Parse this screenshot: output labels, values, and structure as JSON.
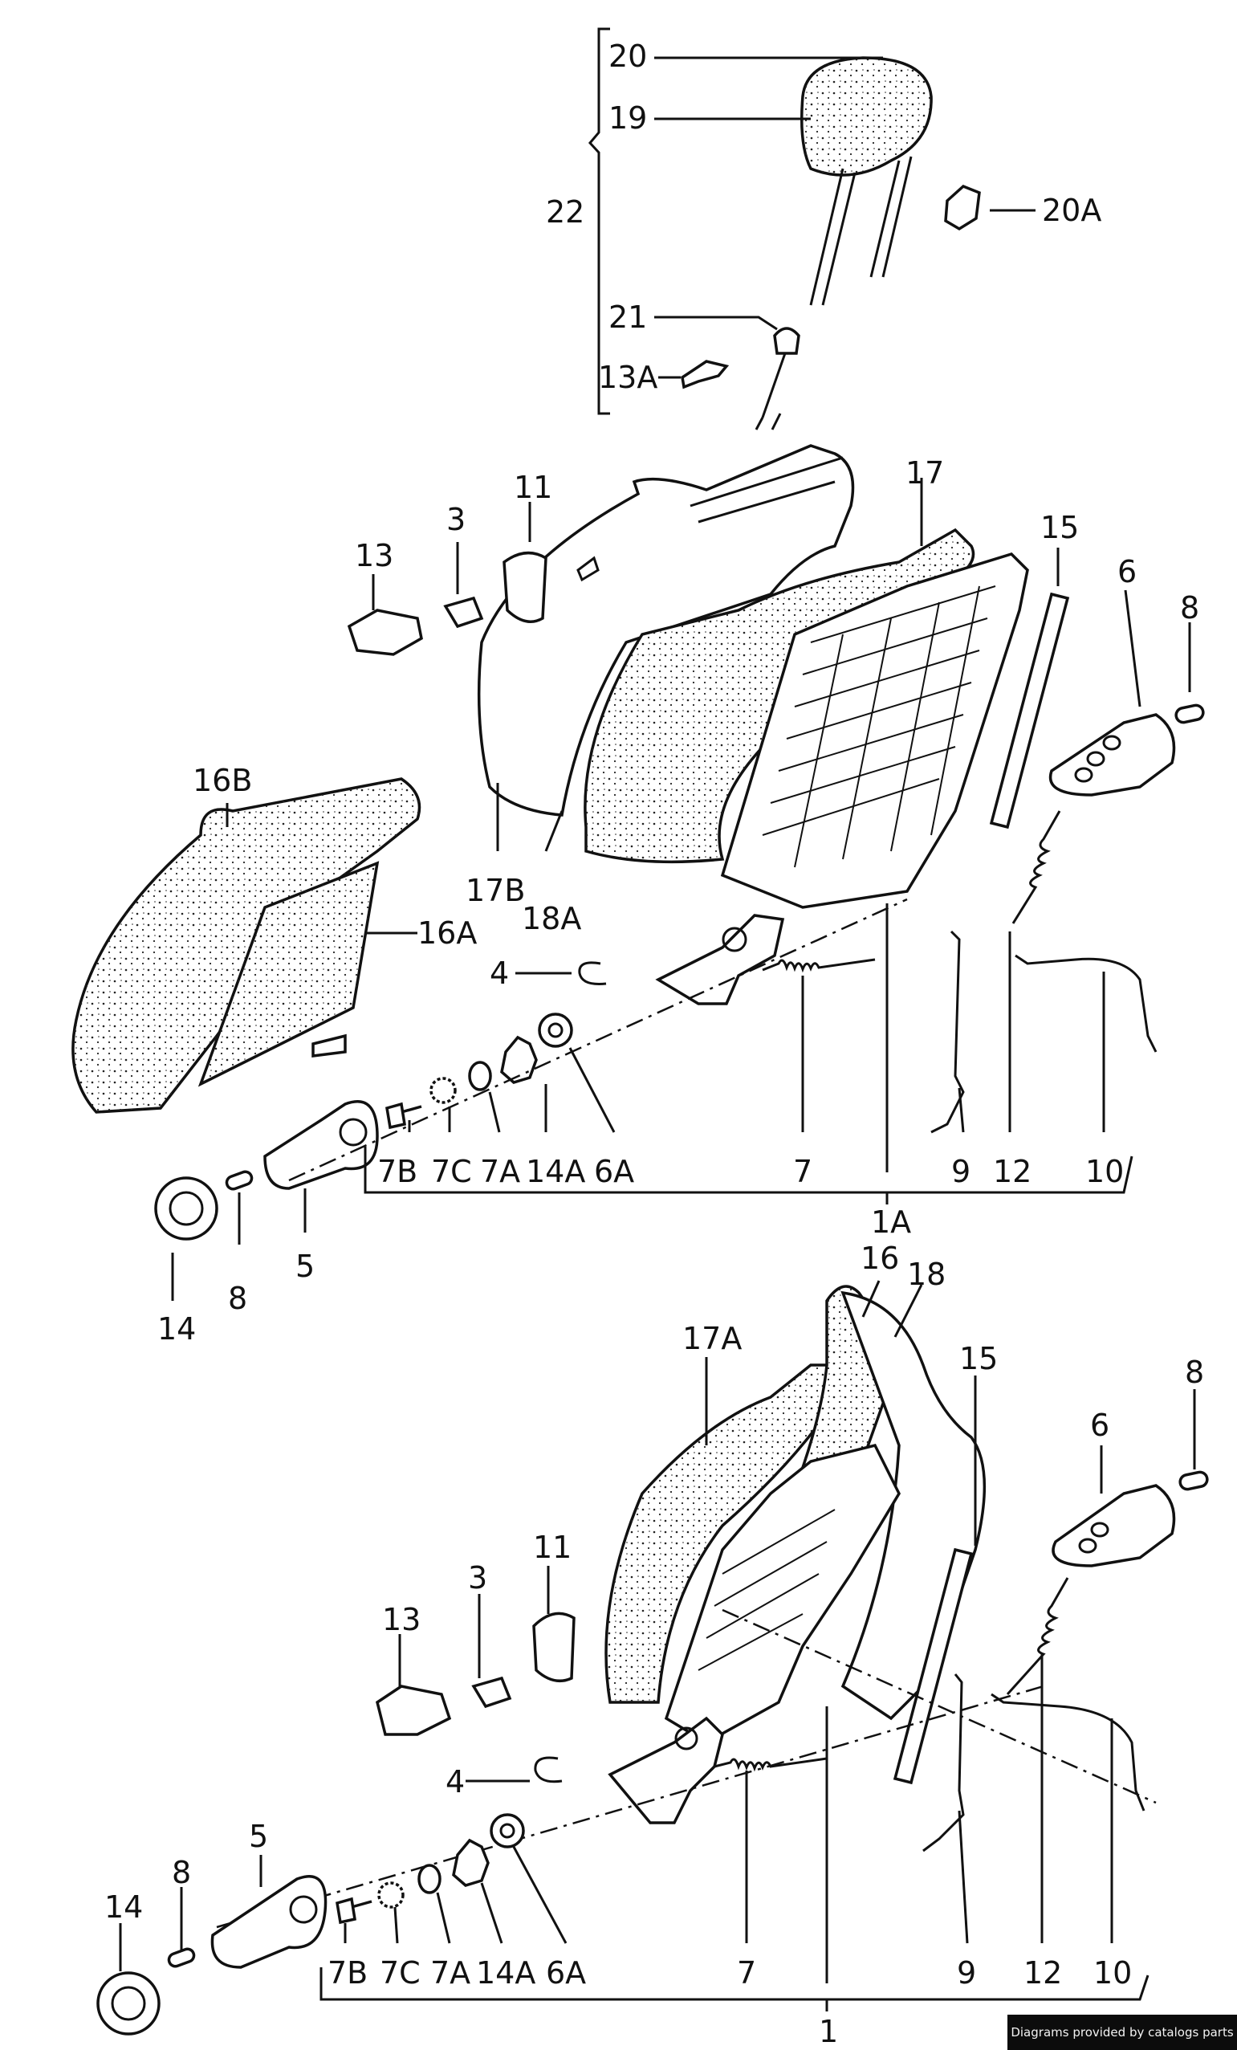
{
  "labels": {
    "l20": "20",
    "l19": "19",
    "l22": "22",
    "l20a": "20A",
    "l21": "21",
    "l13a": "13A",
    "l17": "17",
    "l11": "11",
    "l3": "3",
    "l13": "13",
    "l15": "15",
    "l6": "6",
    "l8": "8",
    "l16b": "16B",
    "l16a": "16A",
    "l17b": "17B",
    "l18a": "18A",
    "l4": "4",
    "l7b": "7B",
    "l7c": "7C",
    "l7a": "7A",
    "l14a": "14A",
    "l6a": "6A",
    "l7": "7",
    "l9": "9",
    "l12": "12",
    "l10": "10",
    "l1a": "1A",
    "l14": "14",
    "l8b": "8",
    "l5": "5",
    "m16": "16",
    "m18": "18",
    "m17a": "17A",
    "m15": "15",
    "m6": "6",
    "m8": "8",
    "m11": "11",
    "m3": "3",
    "m13": "13",
    "m4": "4",
    "m5": "5",
    "m14": "14",
    "m8b": "8",
    "m7b": "7B",
    "m7c": "7C",
    "m7a": "7A",
    "m14a": "14A",
    "m6a": "6A",
    "m7": "7",
    "m9": "9",
    "m12": "12",
    "m10": "10",
    "m1": "1"
  },
  "footer": "Diagrams provided by catalogs parts"
}
